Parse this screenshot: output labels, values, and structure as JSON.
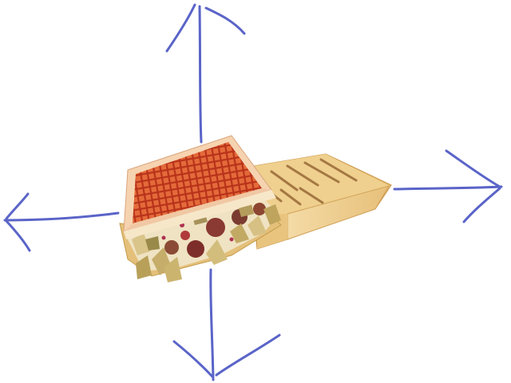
{
  "scene": {
    "subject": "toasted-sandwich",
    "colors": {
      "background": "#ffffff",
      "arrow_ink": "#5a64c8",
      "arrow_ink_light": "#8a92dc",
      "bread_light": "#f2d08a",
      "bread_mid": "#e3b25c",
      "bread_dark": "#c98f3c",
      "grill_marks": "#8a5a2a",
      "top_crust": "#e89a6a",
      "grill_red": "#c0441e",
      "filling_brown": "#8b5a3a",
      "filling_red": "#a02a2a",
      "filling_tan": "#d8c08a",
      "filling_olive": "#9a8a4a"
    },
    "arrows": [
      {
        "direction": "up",
        "icon": "arrow-up-icon"
      },
      {
        "direction": "down",
        "icon": "arrow-down-icon"
      },
      {
        "direction": "left",
        "icon": "arrow-left-icon"
      },
      {
        "direction": "right",
        "icon": "arrow-right-icon"
      }
    ]
  }
}
